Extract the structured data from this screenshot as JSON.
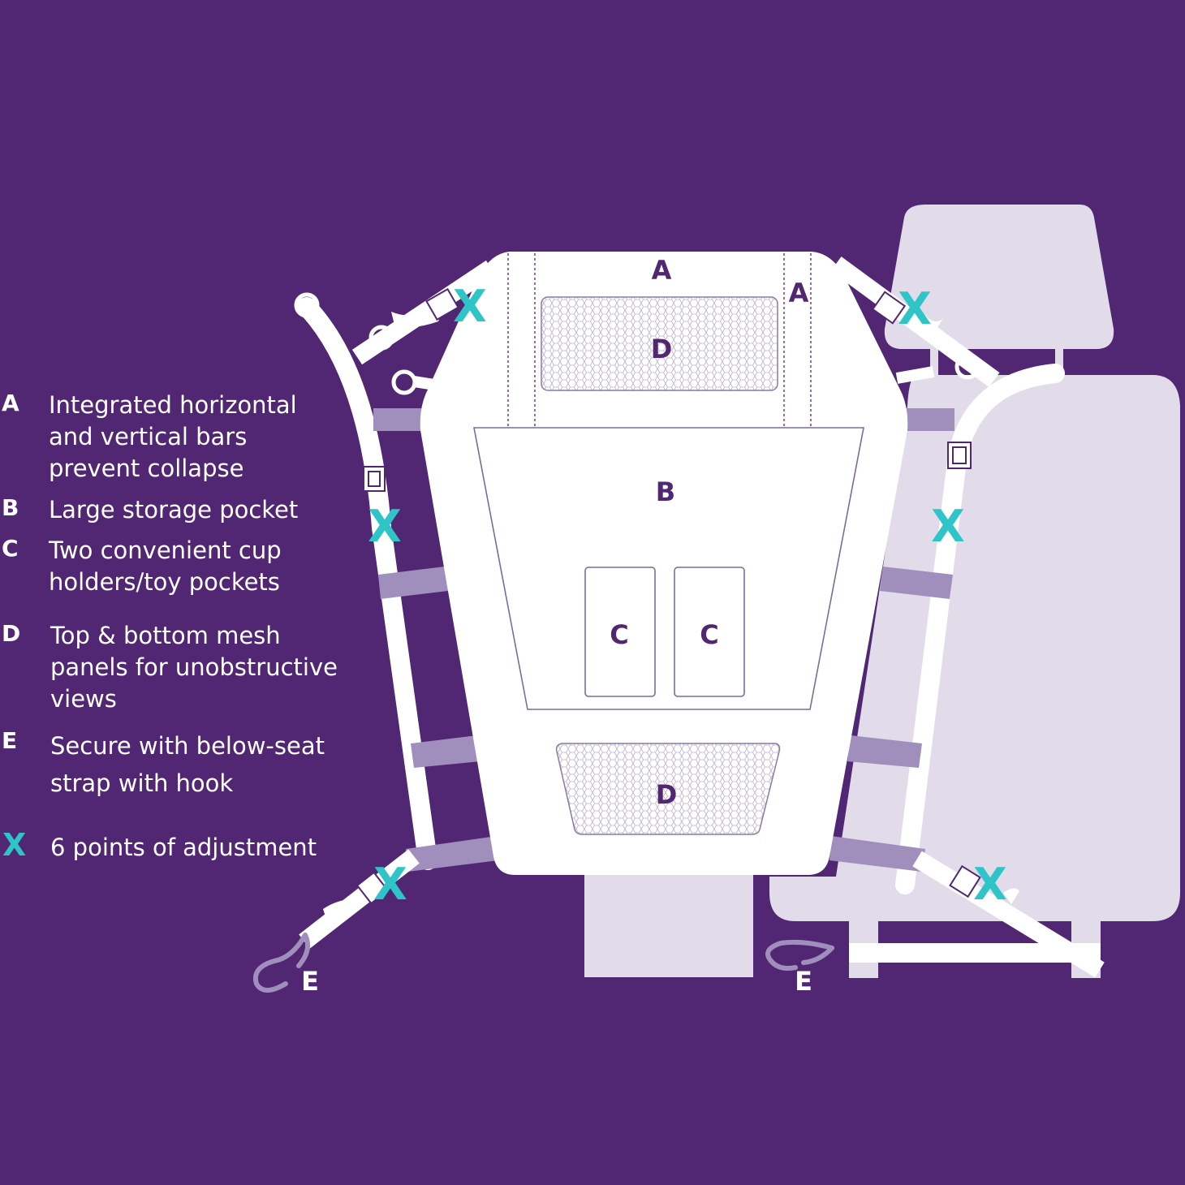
{
  "colors": {
    "background": "#512773",
    "organizer": "#ffffff",
    "seat": "#e2dcea",
    "strap_band": "#a08fbd",
    "accent_x": "#2ec4c8",
    "label_text": "#512773"
  },
  "legend": [
    {
      "key": "A",
      "text": "Integrated horizontal\nand vertical bars\nprevent collapse"
    },
    {
      "key": "B",
      "text": "Large storage pocket"
    },
    {
      "key": "C",
      "text": "Two convenient cup\nholders/toy pockets"
    },
    {
      "key": "D",
      "text": "Top & bottom mesh\npanels for unobstructive\nviews"
    },
    {
      "key": "E",
      "text": "Secure with below-seat\nstrap with hook"
    },
    {
      "key": "X",
      "text": "6 points of adjustment"
    }
  ],
  "labels": {
    "a_top": "A",
    "a_side": "A",
    "d_top": "D",
    "b": "B",
    "c_left": "C",
    "c_right": "C",
    "d_bottom": "D",
    "e_left": "E",
    "e_right": "E"
  },
  "adjust_marks": {
    "symbol": "X",
    "count": 6
  }
}
